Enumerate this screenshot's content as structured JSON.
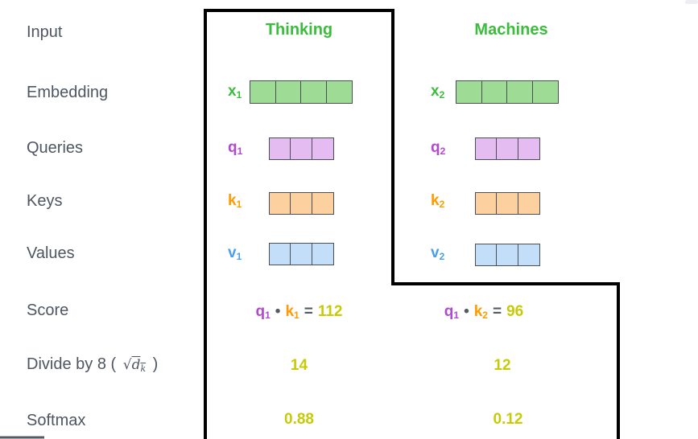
{
  "colors": {
    "label_text": "#4d5661",
    "green_text": "#3cbc3c",
    "green_fill": "#9edc95",
    "purple_text": "#b04ad0",
    "purple_fill": "#e4bcf2",
    "orange_text": "#ff9b00",
    "orange_fill": "#fcd09f",
    "blue_text": "#4a9df2",
    "blue_fill": "#c2def8",
    "yellow_text": "#c6ca08",
    "operator_text": "#555b63",
    "cell_border": "#4a4f55",
    "box_border": "#000000"
  },
  "row_labels": {
    "input": "Input",
    "embedding": "Embedding",
    "queries": "Queries",
    "keys": "Keys",
    "values": "Values",
    "score": "Score",
    "softmax": "Softmax"
  },
  "divide_label": {
    "prefix": "Divide by 8 ( ",
    "sqrt": "√",
    "radicand": "d",
    "radicand_sub": "k",
    "suffix": " )"
  },
  "columns": [
    {
      "header": "Thinking",
      "embedding_label": {
        "base": "x",
        "sub": "1"
      },
      "embedding_cells": 4,
      "query_label": {
        "base": "q",
        "sub": "1"
      },
      "query_cells": 3,
      "key_label": {
        "base": "k",
        "sub": "1"
      },
      "key_cells": 3,
      "value_label": {
        "base": "v",
        "sub": "1"
      },
      "value_cells": 3,
      "score": {
        "q_base": "q",
        "q_sub": "1",
        "dot": "•",
        "k_base": "k",
        "k_sub": "1",
        "equals": "=",
        "value": "112"
      },
      "divided_value": "14",
      "softmax_value": "0.88"
    },
    {
      "header": "Machines",
      "embedding_label": {
        "base": "x",
        "sub": "2"
      },
      "embedding_cells": 4,
      "query_label": {
        "base": "q",
        "sub": "2"
      },
      "query_cells": 3,
      "key_label": {
        "base": "k",
        "sub": "2"
      },
      "key_cells": 3,
      "value_label": {
        "base": "v",
        "sub": "2"
      },
      "value_cells": 3,
      "score": {
        "q_base": "q",
        "q_sub": "1",
        "dot": "•",
        "k_base": "k",
        "k_sub": "2",
        "equals": "=",
        "value": "96"
      },
      "divided_value": "12",
      "softmax_value": "0.12"
    }
  ]
}
